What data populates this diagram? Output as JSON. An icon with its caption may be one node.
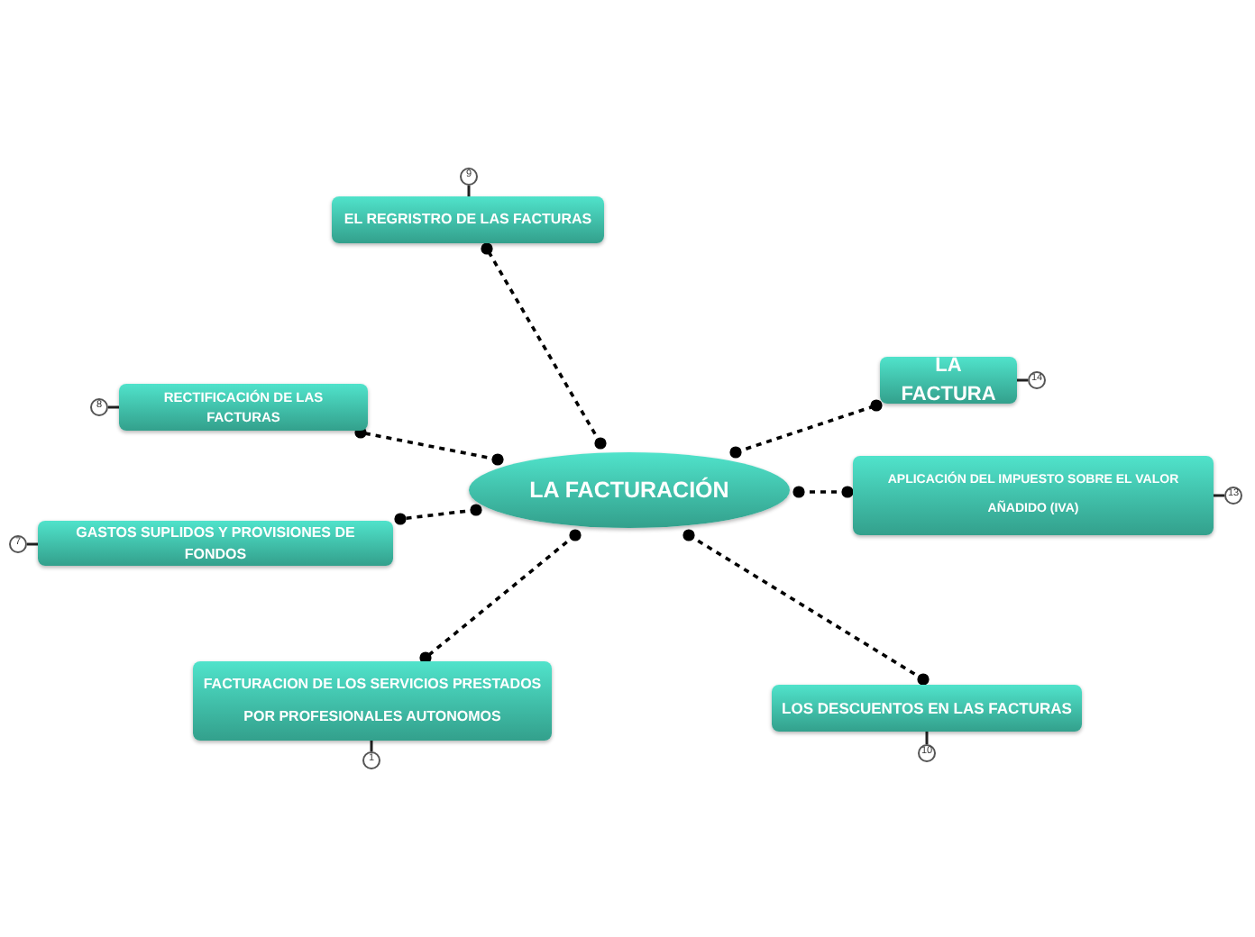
{
  "diagram": {
    "nodes": [
      {
        "text": [
          "LA FACTURACIÓN"
        ]
      },
      {
        "text": [
          "EL REGRISTRO DE LAS FACTURAS"
        ],
        "beside": [
          "9"
        ]
      },
      {
        "text": [
          "LA FACTURA"
        ],
        "beside": [
          "14"
        ]
      },
      {
        "text": [
          "RECTIFICACIÓN DE LAS FACTURAS"
        ],
        "beside": [
          "8"
        ]
      },
      {
        "text": [
          "APLICACIÓN DEL IMPUESTO SOBRE EL VALOR AÑADIDO (IVA)"
        ],
        "beside": [
          "13"
        ]
      },
      {
        "text": [
          "GASTOS SUPLIDOS Y PROVISIONES DE FONDOS"
        ],
        "beside": [
          "7"
        ]
      },
      {
        "text": [
          "FACTURACION DE LOS SERVICIOS PRESTADOS POR PROFESIONALES AUTONOMOS"
        ],
        "beside": [
          "1"
        ]
      },
      {
        "text": [
          "LOS DESCUENTOS EN LAS FACTURAS"
        ],
        "beside": [
          "10"
        ]
      }
    ],
    "edges": [
      {
        "from": 0,
        "to": 1,
        "arrow": "other",
        "style": "dashed"
      },
      {
        "from": 0,
        "to": 2,
        "arrow": "other",
        "style": "dashed"
      },
      {
        "from": 0,
        "to": 3,
        "arrow": "other",
        "style": "dashed"
      },
      {
        "from": 0,
        "to": 4,
        "arrow": "other",
        "style": "dashed"
      },
      {
        "from": 0,
        "to": 5,
        "arrow": "other",
        "style": "dashed"
      },
      {
        "from": 0,
        "to": 6,
        "arrow": "other",
        "style": "dashed"
      },
      {
        "from": 0,
        "to": 7,
        "arrow": "other",
        "style": "dashed"
      }
    ]
  }
}
